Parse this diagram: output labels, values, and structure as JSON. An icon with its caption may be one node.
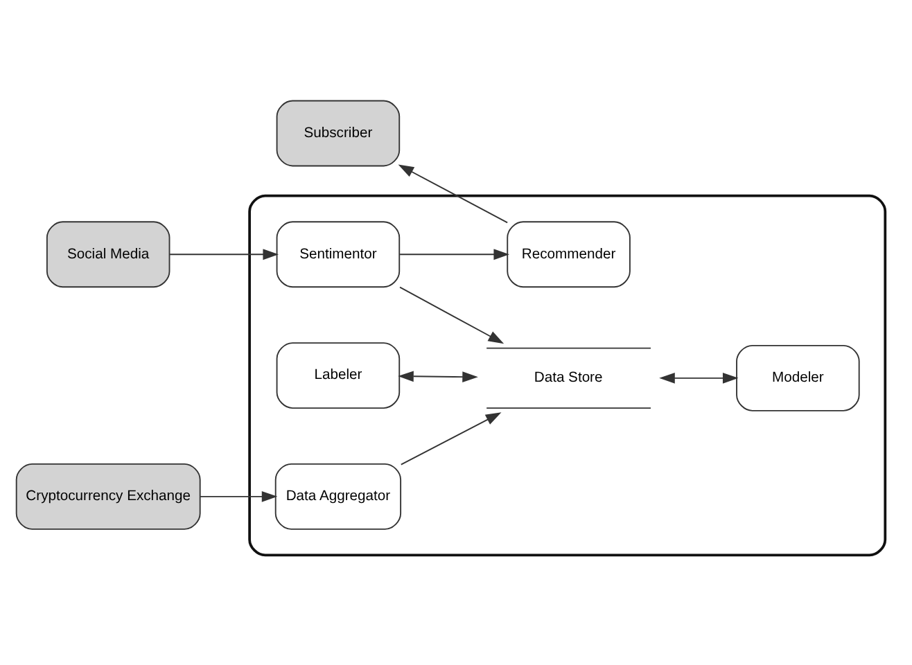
{
  "diagram": {
    "nodes": [
      {
        "text": [
          "Subscriber"
        ]
      },
      {
        "text": [
          "Cryptocurrency Exchange"
        ]
      },
      {
        "text": [
          "Social Media"
        ]
      },
      {
        "text": [],
        "shape": "box"
      },
      {
        "text": [
          "Recommender"
        ],
        "in": 3
      },
      {
        "text": [
          "Data Aggregator"
        ],
        "in": 3
      },
      {
        "text": [
          "Sentimentor"
        ],
        "in": 3
      },
      {
        "text": [
          "Labeler"
        ],
        "in": 3
      },
      {
        "text": [
          "Data Store"
        ],
        "in": 3
      },
      {
        "text": [
          "Modeler"
        ],
        "in": 3
      }
    ],
    "edges": [
      {
        "from": 4,
        "to": 0,
        "arrow": "to"
      },
      {
        "from": 1,
        "to": 5,
        "arrow": "to"
      },
      {
        "from": 2,
        "to": 6,
        "arrow": "to"
      },
      {
        "from": 6,
        "to": 4,
        "arrow": "to"
      },
      {
        "from": 5,
        "to": 8,
        "arrow": "to"
      },
      {
        "from": 6,
        "to": 8,
        "arrow": "to"
      },
      {
        "from": 7,
        "to": 8,
        "arrow": "both"
      },
      {
        "from": 8,
        "to": 9,
        "arrow": "both"
      }
    ]
  }
}
